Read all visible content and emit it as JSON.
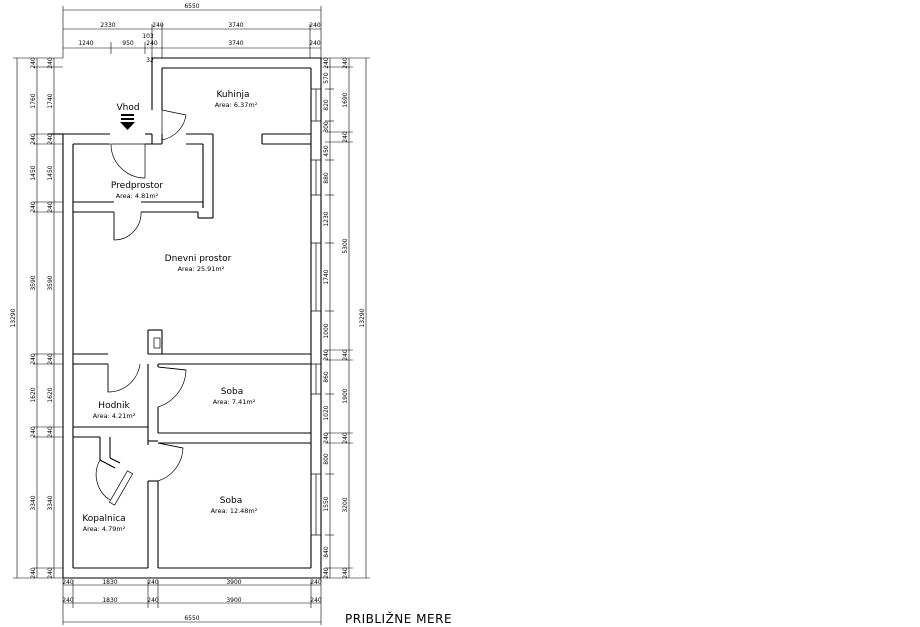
{
  "rooms": {
    "kuhinja": {
      "name": "Kuhinja",
      "area": "Area: 6.37m²"
    },
    "predprostor": {
      "name": "Predprostor",
      "area": "Area: 4.81m²"
    },
    "dnevni": {
      "name": "Dnevni prostor",
      "area": "Area: 25.91m²"
    },
    "hodnik": {
      "name": "Hodnik",
      "area": "Area: 4.21m²"
    },
    "soba1": {
      "name": "Soba",
      "area": "Area: 7.41m²"
    },
    "soba2": {
      "name": "Soba",
      "area": "Area: 12.48m²"
    },
    "kopalnica": {
      "name": "Kopalnica",
      "area": "Area: 4.79m²"
    }
  },
  "entrance": {
    "label": "Vhod"
  },
  "note": "PRIBLIŽNE MERE",
  "dimensions": {
    "top_total": "6550",
    "top_row1": [
      "2330",
      "240",
      "3740",
      "240"
    ],
    "top_row2": [
      "1240",
      "950",
      "103",
      "240",
      "3740",
      "240"
    ],
    "top_row2_small": "32",
    "bottom_row1": [
      "240",
      "1830",
      "240",
      "3900",
      "240"
    ],
    "bottom_row2": [
      "240",
      "1830",
      "240",
      "3900",
      "240"
    ],
    "bottom_total": "6550",
    "left_outer": "13290",
    "left_inner": [
      "240",
      "1760",
      "240",
      "1450",
      "240",
      "3590",
      "240",
      "1620",
      "240",
      "3340",
      "240"
    ],
    "left_inner2": [
      "240",
      "1740",
      "240",
      "1450",
      "240",
      "3590",
      "240",
      "1620",
      "240",
      "3340",
      "240"
    ],
    "right_windows": [
      "240",
      "570",
      "820",
      "300",
      "450",
      "880",
      "1230",
      "1740",
      "1000",
      "240",
      "860",
      "1020",
      "240",
      "800",
      "1550",
      "840",
      "240"
    ],
    "right_rooms": [
      "240",
      "1690",
      "240",
      "5300",
      "240",
      "1900",
      "240",
      "3200",
      "240"
    ],
    "right_outer": "13290"
  }
}
